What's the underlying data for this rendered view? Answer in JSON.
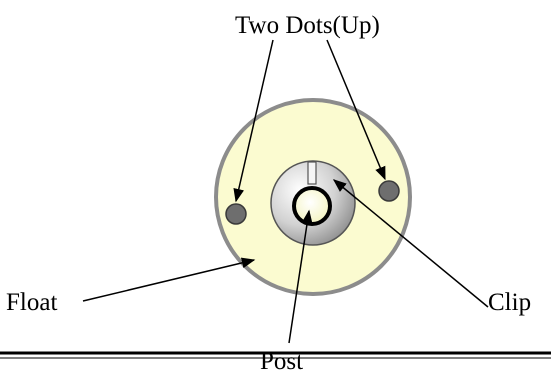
{
  "labels": {
    "two_dots": "Two Dots(Up)",
    "float": "Float",
    "post": "Post",
    "clip": "Clip"
  },
  "colors": {
    "float_fill": "#fbfbd0",
    "float_stroke": "#8c8c8c",
    "dot_fill": "#6e6e6e",
    "clip_light": "#ffffff",
    "clip_dark": "#8a8a8a",
    "post_fill": "#f2f2b8",
    "line": "#000000"
  }
}
